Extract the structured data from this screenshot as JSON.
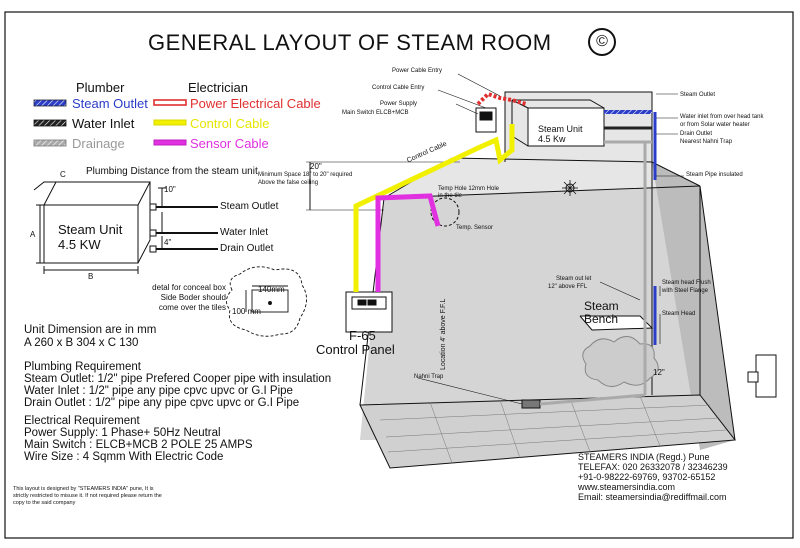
{
  "title": "GENERAL LAYOUT OF STEAM ROOM",
  "copyright_symbol": "©",
  "legend": {
    "headers": [
      "Plumber",
      "Electrician"
    ],
    "plumber": [
      {
        "label": "Steam Outlet",
        "color": "#2a3cc8",
        "style": "hatched-blue"
      },
      {
        "label": "Water Inlet",
        "color": "#111111",
        "style": "hatched-dark"
      },
      {
        "label": "Drainage",
        "color": "#9a9a9a",
        "style": "hatched-grey"
      }
    ],
    "electrician": [
      {
        "label": "Power Electrical Cable",
        "color": "#e03030"
      },
      {
        "label": "Control Cable",
        "color": "#f0f000"
      },
      {
        "label": "Sensor Cable",
        "color": "#e030e0"
      }
    ]
  },
  "plumbing_distance": {
    "heading": "Plumbing Distance from the steam unit",
    "unit_label_1": "Steam Unit",
    "unit_label_2": "4.5 KW",
    "steam_outlet": "Steam Outlet",
    "water_inlet": "Water Inlet",
    "drain_outlet": "Drain Outlet",
    "dim_c": "C",
    "dim_a": "A",
    "dim_b": "B",
    "dim_10": "10\"",
    "dim_4": "4\""
  },
  "detail": {
    "label_lines": [
      "detal for conceal box",
      "Side Boder should",
      "come over the tiles"
    ],
    "w": "140mm",
    "h": "100 mm"
  },
  "unit_dimension": {
    "heading": "Unit Dimension are in mm",
    "value": "A 260 x B 304 x C 130"
  },
  "plumbing_requirement": {
    "heading": "Plumbing Requirement",
    "lines": [
      "Steam Outlet: 1/2\" pipe  Prefered Cooper pipe with insulation",
      "Water Inlet    : 1/2\" pipe any pipe cpvc upvc or G.I Pipe",
      "Drain Outlet  : 1/2\" pipe any pipe cpvc upvc or G.I Pipe"
    ]
  },
  "electrical_requirement": {
    "heading": "Electrical Requirement",
    "lines": [
      "Power Supply: 1 Phase+ 50Hz Neutral",
      "Main Switch  : ELCB+MCB 2 POLE 25 AMPS",
      "Wire Size       : 4 Sqmm With Electric Code"
    ]
  },
  "footnote": "This layout is designed by \"STEAMERS INDIA\" pune, It is strictly restricted to misuse it. If not required please return the copy to the said company",
  "room": {
    "power_cable_entry": "Power Cable Entry",
    "control_cable_entry": "Control Cable Entry",
    "power_supply": "Power Supply",
    "main_switch": "Main Switch ELCB+MCB",
    "unit_label_1": "Steam Unit",
    "unit_label_2": "4.5 Kw",
    "steam_outlet": "Steam Outlet",
    "water_inlet": "Water inlet from over head tank",
    "water_inlet_2": "or from Solar water heater",
    "drain_outlet": "Drain Outlet",
    "drain_outlet_2": "Nearest Nahni Trap",
    "steam_pipe": "Steam Pipe insulated",
    "dim_20": "20\"",
    "min_space": "Minimum Space 18\" to 20\" required",
    "min_space_2": "Above the false ceiling",
    "control_cable": "Control Cable",
    "temp_hole": "Temp Hole  12mm    Hole",
    "temp_hole_2": "in the tile",
    "temp_sensor": "Temp. Sensor",
    "panel_name": "F-65",
    "panel_label": "Control Panel",
    "panel_location": "Location 4' above F.F.L",
    "steam_outlet_ffl": "Steam out let",
    "steam_outlet_ffl_2": "12\" above FFL",
    "steam_head_flush": "Steam head Flush",
    "steam_head_flush_2": "with Steel Flange",
    "steam_head": "Steam Head",
    "bench_1": "Steam",
    "bench_2": "Bench",
    "nahni_trap": "Nahni Trap",
    "dim_12": "12\""
  },
  "company": {
    "name": "STEAMERS INDIA (Regd.) Pune",
    "telefax": "TELEFAX: 020 26332078 / 32346239",
    "mobile": "+91-0-98222-69769, 93702-65152",
    "web": "www.steamersindia.com",
    "email": "Email: steamersindia@rediffmail.com"
  }
}
